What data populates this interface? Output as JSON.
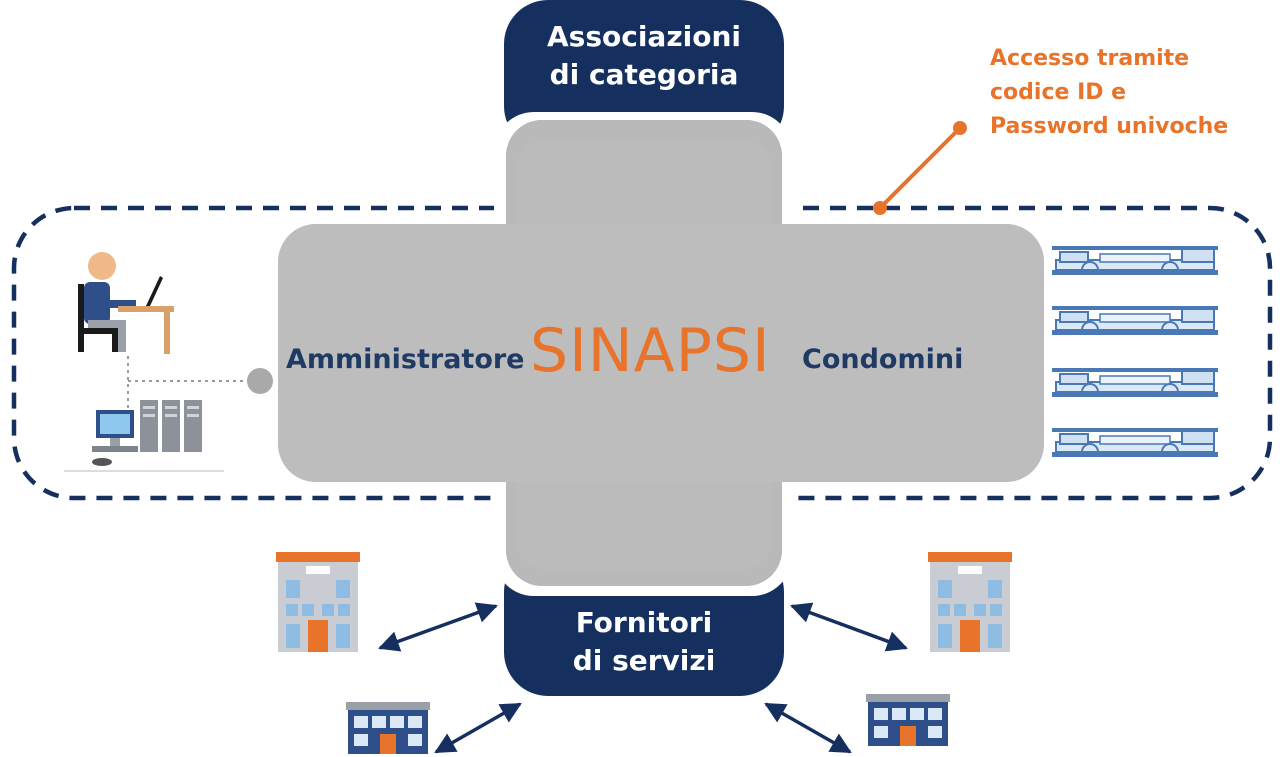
{
  "diagram": {
    "center_title": "SINAPSI",
    "left_label": "Amministratore",
    "right_label": "Condomini",
    "top_box": {
      "line1": "Associazioni",
      "line2": "di categoria"
    },
    "bottom_box": {
      "line1": "Fornitori",
      "line2": "di servizi"
    },
    "access_note": {
      "line1": "Accesso tramite",
      "line2": "codice ID e",
      "line3": "Password univoche"
    },
    "colors": {
      "navy": "#15305e",
      "accent_orange": "#e8732a",
      "cross_gray": "#b7b7b7",
      "text_blue": "#1f3a64"
    },
    "icons": [
      "person-at-laptop-icon",
      "computer-server-icon",
      "condominium-building-icon",
      "supplier-building-icon",
      "double-arrow-icon"
    ]
  }
}
